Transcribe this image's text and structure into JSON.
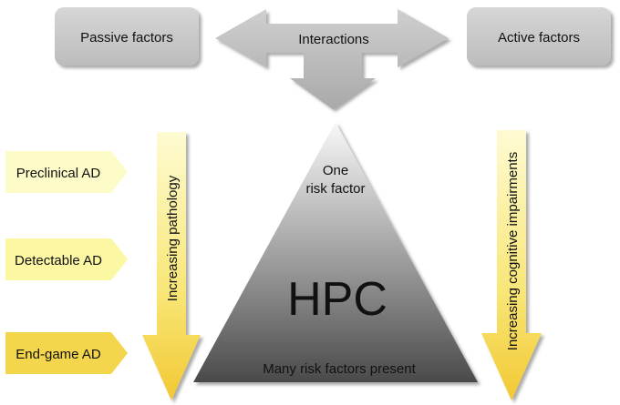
{
  "boxes": {
    "passive": "Passive factors",
    "active": "Active factors"
  },
  "interactions_label": "Interactions",
  "stages": [
    {
      "label": "Preclinical AD",
      "color": "#fdfcc8"
    },
    {
      "label": "Detectable AD",
      "color": "#fcf7a3"
    },
    {
      "label": "End-game AD",
      "color": "#f4d64c"
    }
  ],
  "left_arrow_label": "Increasing pathology",
  "right_arrow_label": "Increasing cognitive impairments",
  "triangle": {
    "top_label_line1": "One",
    "top_label_line2": "risk factor",
    "center_label": "HPC",
    "bottom_label": "Many risk factors present"
  },
  "colors": {
    "box_fill": "#c8c8c8",
    "arrow_gray": "#bdbdbd",
    "yellow_light": "#fefbd2",
    "yellow_dark": "#f2c832"
  }
}
